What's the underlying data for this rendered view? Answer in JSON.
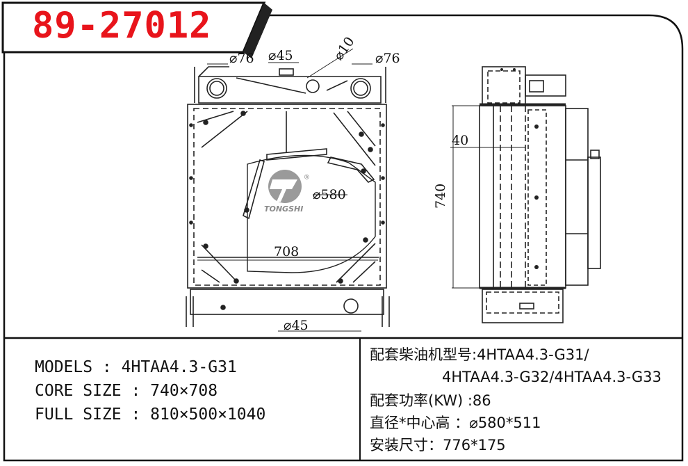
{
  "part_number": "89-27012",
  "drawing": {
    "dims_front": {
      "inlet_dia": "⌀76",
      "cap_dia": "⌀45",
      "vent_dia": "⌀10",
      "outlet_dia": "⌀76",
      "fan_dia": "⌀580",
      "core_width": "708",
      "bottom_dia": "⌀45"
    },
    "dims_side": {
      "depth": "40",
      "height": "740"
    },
    "brand": "TONGSHI",
    "registered_mark": "®"
  },
  "specs": {
    "models": "MODELS : 4HTAA4.3-G31",
    "core_size": "CORE SIZE : 740×708",
    "full_size": "FULL SIZE : 810×500×1040"
  },
  "specs_cn": {
    "engine_line1": "配套柴油机型号:4HTAA4.3-G31/",
    "engine_line2": "4HTAA4.3-G32/4HTAA4.3-G33",
    "power": "配套功率(KW) :86",
    "diameter_center": "直径*中心高 ：⌀580*511",
    "install_size": "安装尺寸：776*175"
  }
}
